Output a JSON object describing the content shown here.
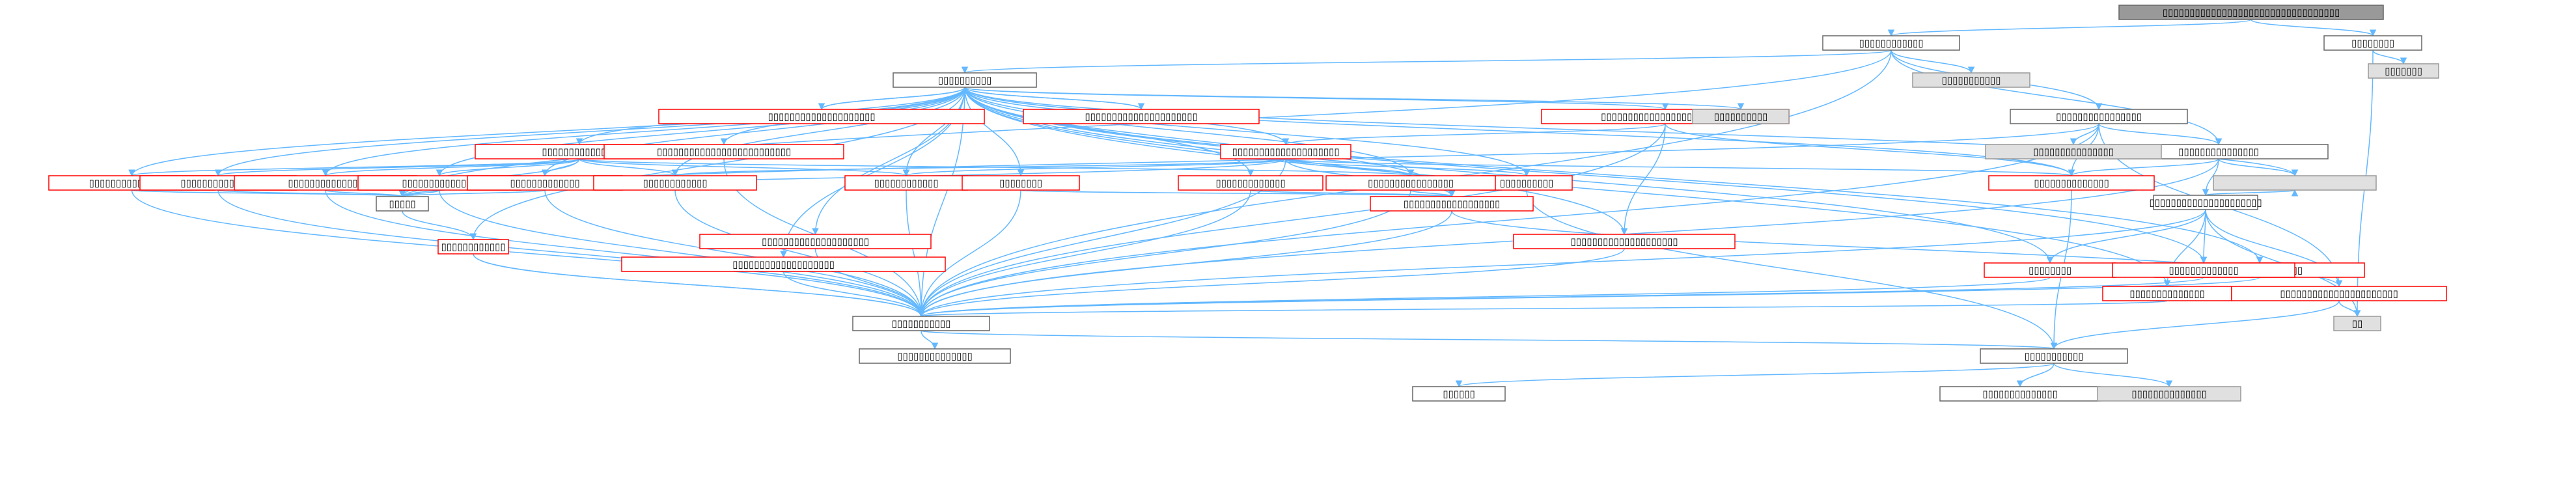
{
  "colors": {
    "edge": "#63b8ff",
    "root_fill": "#999999",
    "root_stroke": "#666666",
    "normal_stroke": "#666666",
    "red_stroke": "#ff0000",
    "ext_fill": "#e0e0e0",
    "ext_stroke": "#999999",
    "background": "#ffffff"
  },
  "nodes": [
    {
      "id": "root",
      "label": "▯▯▯▯▯▯▯▯▯▯▯▯▯▯▯▯▯▯▯▯▯▯▯▯▯▯▯▯▯▯▯▯▯",
      "style": "root"
    },
    {
      "id": "a",
      "label": "▯▯▯▯▯▯▯▯▯▯▯▯",
      "style": "normal"
    },
    {
      "id": "b",
      "label": "▯▯▯▯▯▯▯▯",
      "style": "normal"
    },
    {
      "id": "b1",
      "label": "▯▯▯▯▯▯▯",
      "style": "ext"
    },
    {
      "id": "c",
      "label": "▯▯▯▯▯▯▯▯▯▯",
      "style": "normal"
    },
    {
      "id": "a1",
      "label": "▯▯▯▯▯▯▯▯▯▯▯",
      "style": "ext"
    },
    {
      "id": "d",
      "label": "▯▯▯▯▯▯▯▯▯▯▯▯▯▯▯▯",
      "style": "normal"
    },
    {
      "id": "r1",
      "label": "▯▯▯▯▯▯▯▯▯▯▯▯▯▯▯▯▯▯▯▯▯▯▯▯",
      "style": "red"
    },
    {
      "id": "r2",
      "label": "▯▯▯▯▯▯▯▯▯▯▯▯▯▯▯▯▯▯▯▯▯",
      "style": "red"
    },
    {
      "id": "r3",
      "label": "▯▯▯▯▯▯▯▯▯▯▯▯▯▯▯▯▯▯▯▯",
      "style": "red"
    },
    {
      "id": "c1",
      "label": "▯▯▯▯▯▯▯▯▯▯",
      "style": "ext"
    },
    {
      "id": "e",
      "label": "▯▯▯▯▯▯▯▯▯▯▯▯▯▯▯",
      "style": "normal"
    },
    {
      "id": "e1",
      "label": "▯▯▯▯▯▯▯▯▯▯▯▯▯▯▯",
      "style": "ext"
    },
    {
      "id": "f",
      "label": "▯▯▯▯▯▯▯▯▯▯▯▯▯▯▯▯▯▯▯▯▯",
      "style": "normal"
    },
    {
      "id": "f1",
      "label": "",
      "style": "ext"
    },
    {
      "id": "r4",
      "label": "▯▯▯▯▯▯▯▯▯▯▯▯▯▯",
      "style": "red"
    },
    {
      "id": "r5",
      "label": "▯▯▯▯▯▯▯▯▯▯▯▯▯▯▯▯▯▯▯▯",
      "style": "red"
    },
    {
      "id": "r6",
      "label": "▯▯▯▯▯▯▯▯▯▯",
      "style": "red"
    },
    {
      "id": "r7",
      "label": "▯▯▯▯▯▯▯▯▯▯▯▯▯▯▯▯",
      "style": "red"
    },
    {
      "id": "r8",
      "label": "▯▯▯▯▯▯▯▯▯▯▯▯▯▯",
      "style": "red"
    },
    {
      "id": "r9",
      "label": "▯▯▯▯▯▯▯▯▯▯▯▯▯▯",
      "style": "red"
    },
    {
      "id": "r10",
      "label": "▯▯▯▯▯▯▯▯▯▯▯▯▯▯",
      "style": "red"
    },
    {
      "id": "r11",
      "label": "▯▯▯▯▯▯▯▯▯▯▯▯▯▯",
      "style": "red"
    },
    {
      "id": "r12",
      "label": "▯▯▯▯▯▯▯▯▯▯▯▯▯",
      "style": "red"
    },
    {
      "id": "r13",
      "label": "▯▯▯▯▯▯▯▯▯▯▯▯",
      "style": "red"
    },
    {
      "id": "r14",
      "label": "▯▯▯▯▯▯▯▯▯▯▯▯",
      "style": "red"
    },
    {
      "id": "r15",
      "label": "▯▯▯▯▯▯▯▯▯▯▯▯▯▯▯▯",
      "style": "red"
    },
    {
      "id": "r16",
      "label": "▯▯▯▯▯▯▯▯▯▯▯▯▯",
      "style": "red"
    },
    {
      "id": "r17",
      "label": "▯▯▯▯▯▯▯▯",
      "style": "red"
    },
    {
      "id": "r18",
      "label": "▯▯▯▯▯▯▯▯▯▯▯▯▯▯▯▯",
      "style": "red"
    },
    {
      "id": "g",
      "label": "▯▯▯▯▯",
      "style": "normal"
    },
    {
      "id": "r19",
      "label": "▯▯▯▯▯▯▯▯▯▯▯▯▯▯▯▯▯▯▯▯",
      "style": "red"
    },
    {
      "id": "r20",
      "label": "▯▯▯▯▯▯▯▯▯▯▯▯▯▯▯▯▯▯▯▯▯▯▯▯▯",
      "style": "red"
    },
    {
      "id": "r21",
      "label": "▯▯▯▯▯▯▯▯▯▯▯▯▯▯▯▯▯▯▯▯",
      "style": "red"
    },
    {
      "id": "r22",
      "label": "▯▯▯▯▯▯▯▯▯▯▯▯▯▯▯▯▯▯▯",
      "style": "red"
    },
    {
      "id": "r23",
      "label": "▯▯▯▯▯▯▯▯▯▯▯▯",
      "style": "red"
    },
    {
      "id": "r24",
      "label": "▯▯▯▯▯▯▯▯▯▯▯▯▯▯▯▯▯▯",
      "style": "red"
    },
    {
      "id": "r25",
      "label": "▯▯▯▯▯▯▯▯",
      "style": "red"
    },
    {
      "id": "r26",
      "label": "▯▯▯▯▯▯▯▯▯▯▯▯▯",
      "style": "red"
    },
    {
      "id": "r27",
      "label": "▯▯▯▯▯▯▯▯▯▯▯▯▯▯",
      "style": "red"
    },
    {
      "id": "r28",
      "label": "▯▯▯▯▯▯▯▯▯▯▯▯▯▯▯▯▯▯▯▯▯▯",
      "style": "red"
    },
    {
      "id": "h",
      "label": "▯▯▯▯▯▯▯▯▯▯▯",
      "style": "normal"
    },
    {
      "id": "i",
      "label": "▯▯▯▯▯▯▯▯▯▯▯",
      "style": "normal"
    },
    {
      "id": "j",
      "label": "▯▯▯▯▯▯▯▯▯▯▯▯▯▯",
      "style": "normal"
    },
    {
      "id": "k",
      "label": "▯▯▯▯▯▯",
      "style": "normal"
    },
    {
      "id": "l",
      "label": "▯▯",
      "style": "ext"
    },
    {
      "id": "m",
      "label": "▯▯▯▯▯▯▯▯▯▯▯▯▯▯",
      "style": "normal"
    },
    {
      "id": "n",
      "label": "▯▯▯▯▯▯▯▯▯▯▯▯▯▯",
      "style": "ext"
    }
  ],
  "edges": [
    [
      "root",
      "a"
    ],
    [
      "root",
      "b"
    ],
    [
      "b",
      "b1"
    ],
    [
      "b",
      "l"
    ],
    [
      "a",
      "c"
    ],
    [
      "a",
      "a1"
    ],
    [
      "a",
      "d"
    ],
    [
      "a",
      "e"
    ],
    [
      "a",
      "h"
    ],
    [
      "a",
      "g"
    ],
    [
      "c",
      "r1"
    ],
    [
      "c",
      "r2"
    ],
    [
      "c",
      "r3"
    ],
    [
      "c",
      "c1"
    ],
    [
      "c",
      "r4"
    ],
    [
      "c",
      "r5"
    ],
    [
      "c",
      "r6"
    ],
    [
      "c",
      "r7"
    ],
    [
      "c",
      "r8"
    ],
    [
      "c",
      "r9"
    ],
    [
      "c",
      "r10"
    ],
    [
      "c",
      "r11"
    ],
    [
      "c",
      "r12"
    ],
    [
      "c",
      "r13"
    ],
    [
      "c",
      "r14"
    ],
    [
      "c",
      "r15"
    ],
    [
      "c",
      "r16"
    ],
    [
      "c",
      "r17"
    ],
    [
      "c",
      "r18"
    ],
    [
      "c",
      "h"
    ],
    [
      "c",
      "r23"
    ],
    [
      "c",
      "r24"
    ],
    [
      "c",
      "r25"
    ],
    [
      "c",
      "r20"
    ],
    [
      "c",
      "r21"
    ],
    [
      "c",
      "r22"
    ],
    [
      "c",
      "r19"
    ],
    [
      "c",
      "f1"
    ],
    [
      "c",
      "r26"
    ],
    [
      "c",
      "r27"
    ],
    [
      "r2",
      "c"
    ],
    [
      "r3",
      "c"
    ],
    [
      "d",
      "e"
    ],
    [
      "d",
      "e1"
    ],
    [
      "d",
      "h"
    ],
    [
      "d",
      "r4"
    ],
    [
      "d",
      "g"
    ],
    [
      "d",
      "r28"
    ],
    [
      "e",
      "f"
    ],
    [
      "e",
      "f1"
    ],
    [
      "e",
      "h"
    ],
    [
      "e",
      "r4"
    ],
    [
      "f",
      "r26"
    ],
    [
      "f",
      "r27"
    ],
    [
      "f",
      "r28"
    ],
    [
      "f",
      "r25"
    ],
    [
      "f",
      "h"
    ],
    [
      "f",
      "l"
    ],
    [
      "f",
      "f1"
    ],
    [
      "r5",
      "r4"
    ],
    [
      "r5",
      "r6"
    ],
    [
      "r5",
      "r14"
    ],
    [
      "r5",
      "h"
    ],
    [
      "r5",
      "r13"
    ],
    [
      "r5",
      "r15"
    ],
    [
      "r5",
      "r24"
    ],
    [
      "r5",
      "g"
    ],
    [
      "r1",
      "r5"
    ],
    [
      "r1",
      "r19"
    ],
    [
      "r1",
      "h"
    ],
    [
      "r1",
      "r4"
    ],
    [
      "r10",
      "r9"
    ],
    [
      "r10",
      "r8"
    ],
    [
      "r10",
      "r7"
    ],
    [
      "r10",
      "r11"
    ],
    [
      "r10",
      "r12"
    ],
    [
      "r10",
      "r13"
    ],
    [
      "r10",
      "r14"
    ],
    [
      "r10",
      "g"
    ],
    [
      "r10",
      "r15"
    ],
    [
      "r7",
      "g"
    ],
    [
      "r7",
      "h"
    ],
    [
      "r8",
      "g"
    ],
    [
      "r8",
      "h"
    ],
    [
      "r9",
      "g"
    ],
    [
      "r9",
      "h"
    ],
    [
      "r11",
      "g"
    ],
    [
      "r11",
      "h"
    ],
    [
      "r12",
      "g"
    ],
    [
      "r12",
      "h"
    ],
    [
      "r13",
      "h"
    ],
    [
      "r14",
      "h"
    ],
    [
      "r15",
      "r24"
    ],
    [
      "r15",
      "h"
    ],
    [
      "r16",
      "r24"
    ],
    [
      "r16",
      "h"
    ],
    [
      "r17",
      "r24"
    ],
    [
      "r17",
      "h"
    ],
    [
      "r18",
      "h"
    ],
    [
      "r24",
      "r28"
    ],
    [
      "r24",
      "h"
    ],
    [
      "r19",
      "h"
    ],
    [
      "r20",
      "h"
    ],
    [
      "r21",
      "h"
    ],
    [
      "r22",
      "h"
    ],
    [
      "r23",
      "h"
    ],
    [
      "g",
      "r23"
    ],
    [
      "r23",
      "h"
    ],
    [
      "r25",
      "h"
    ],
    [
      "r26",
      "h"
    ],
    [
      "r27",
      "h"
    ],
    [
      "r28",
      "i"
    ],
    [
      "r28",
      "l"
    ],
    [
      "h",
      "j"
    ],
    [
      "h",
      "i"
    ],
    [
      "i",
      "m"
    ],
    [
      "i",
      "n"
    ],
    [
      "i",
      "k"
    ],
    [
      "r6",
      "i"
    ],
    [
      "r4",
      "i"
    ]
  ]
}
